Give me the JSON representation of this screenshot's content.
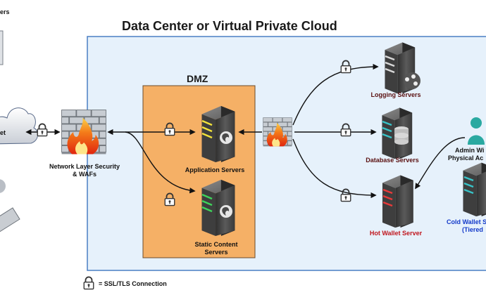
{
  "diagram": {
    "title": "Data Center or Virtual Private Cloud",
    "dmz_label": "DMZ",
    "top_left_fragment": "ers",
    "cloud_fragment": "et",
    "legend_text": "= SSL/TLS Connection"
  },
  "nodes": {
    "network_security": {
      "line1": "Network Layer Security",
      "line2": "& WAFs"
    },
    "application_servers": {
      "label": "Application Servers"
    },
    "static_content": {
      "line1": "Static Content",
      "line2": "Servers"
    },
    "logging_servers": {
      "label": "Logging Servers"
    },
    "database_servers": {
      "label": "Database Servers"
    },
    "hot_wallet": {
      "label": "Hot Wallet Server"
    },
    "admin": {
      "line1": "Admin Wi",
      "line2": "Physical Ac"
    },
    "cold_wallet": {
      "line1": "Cold Wallet S",
      "line2": "(Tiered"
    }
  },
  "colors": {
    "vpc_fill": "#e6f1fb",
    "vpc_border": "#4a7fc4",
    "dmz_fill": "#f5b066",
    "server_body": "#4a4a4a",
    "server_light_yellow": "#f2e23a",
    "server_light_green": "#3fd35a",
    "server_light_red": "#e83a3a",
    "hot_wallet_text": "#c0161d",
    "cold_wallet_text": "#1239c9",
    "admin_person": "#2aa9a1"
  }
}
